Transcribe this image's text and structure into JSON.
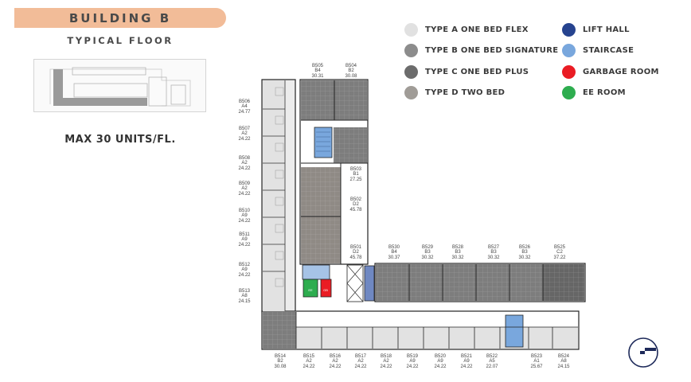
{
  "header": {
    "title": "BUILDING B",
    "subtitle": "TYPICAL FLOOR",
    "max_units": "MAX  30 UNITS/FL."
  },
  "legend": [
    {
      "name": "type-a",
      "label": "TYPE A  ONE BED FLEX",
      "color": "#e1e1e1"
    },
    {
      "name": "type-b",
      "label": "TYPE B  ONE BED SIGNATURE",
      "color": "#8c8c8c"
    },
    {
      "name": "type-c",
      "label": "TYPE C  ONE BED PLUS",
      "color": "#6c6c6c"
    },
    {
      "name": "type-d",
      "label": "TYPE D  TWO BED",
      "color": "#a09c97"
    },
    {
      "name": "lift-hall",
      "label": "LIFT HALL",
      "color": "#26438f"
    },
    {
      "name": "staircase",
      "label": "STAIRCASE",
      "color": "#79a7dd"
    },
    {
      "name": "garbage-room",
      "label": "GARBAGE ROOM",
      "color": "#ea1c24"
    },
    {
      "name": "ee-room",
      "label": "EE ROOM",
      "color": "#2ead4f"
    }
  ],
  "units": [
    {
      "id": "B505",
      "type": "B4",
      "area": "30.31"
    },
    {
      "id": "B504",
      "type": "B2",
      "area": "30.08"
    },
    {
      "id": "B506",
      "type": "A4",
      "area": "24.77"
    },
    {
      "id": "B507",
      "type": "A2",
      "area": "24.22"
    },
    {
      "id": "B508",
      "type": "A2",
      "area": "24.22"
    },
    {
      "id": "B509",
      "type": "A2",
      "area": "24.22"
    },
    {
      "id": "B510",
      "type": "A9",
      "area": "24.22"
    },
    {
      "id": "B511",
      "type": "A9",
      "area": "24.22"
    },
    {
      "id": "B512",
      "type": "A9",
      "area": "24.22"
    },
    {
      "id": "B513",
      "type": "A8",
      "area": "24.15"
    },
    {
      "id": "B503",
      "type": "B1",
      "area": "27.25"
    },
    {
      "id": "B502",
      "type": "D2",
      "area": "45.78"
    },
    {
      "id": "B501",
      "type": "D2",
      "area": "45.78"
    },
    {
      "id": "B530",
      "type": "B4",
      "area": "30.37"
    },
    {
      "id": "B529",
      "type": "B3",
      "area": "30.32"
    },
    {
      "id": "B528",
      "type": "B3",
      "area": "30.32"
    },
    {
      "id": "B527",
      "type": "B3",
      "area": "30.32"
    },
    {
      "id": "B526",
      "type": "B3",
      "area": "30.32"
    },
    {
      "id": "B525",
      "type": "C2",
      "area": "37.22"
    },
    {
      "id": "B514",
      "type": "B2",
      "area": "30.08"
    },
    {
      "id": "B515",
      "type": "A2",
      "area": "24.22"
    },
    {
      "id": "B516",
      "type": "A2",
      "area": "24.22"
    },
    {
      "id": "B517",
      "type": "A2",
      "area": "24.22"
    },
    {
      "id": "B518",
      "type": "A2",
      "area": "24.22"
    },
    {
      "id": "B519",
      "type": "A9",
      "area": "24.22"
    },
    {
      "id": "B520",
      "type": "A9",
      "area": "24.22"
    },
    {
      "id": "B521",
      "type": "A9",
      "area": "24.22"
    },
    {
      "id": "B522",
      "type": "A5",
      "area": "22.07"
    },
    {
      "id": "B523",
      "type": "A1",
      "area": "25.67"
    },
    {
      "id": "B524",
      "type": "A8",
      "area": "24.15"
    }
  ],
  "core_tags": [
    "EE",
    "GB"
  ]
}
